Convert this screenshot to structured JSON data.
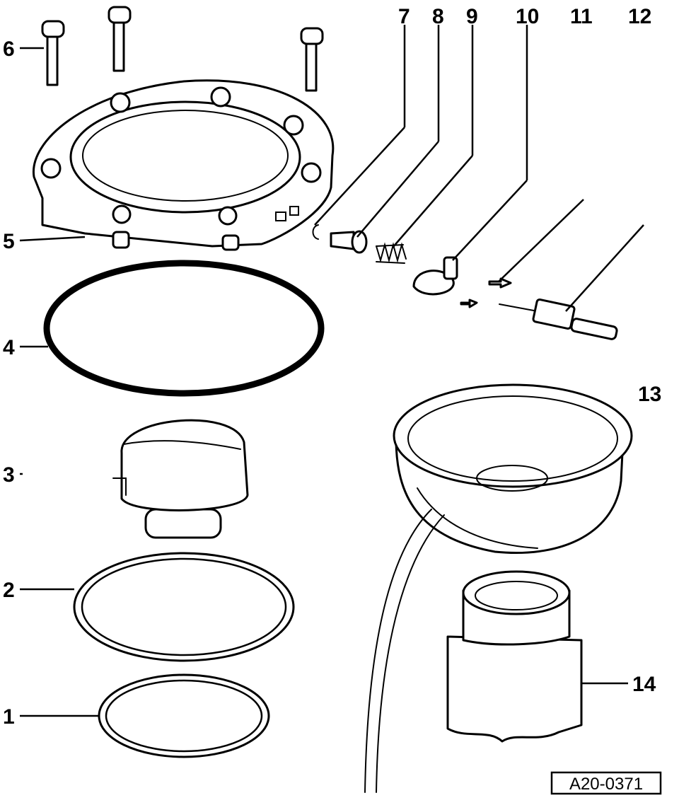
{
  "callouts": {
    "c1": "1",
    "c2": "2",
    "c3": "3",
    "c4": "4",
    "c5": "5",
    "c6": "6",
    "c7": "7",
    "c8": "8",
    "c9": "9",
    "c10": "10",
    "c11": "11",
    "c12": "12",
    "c13": "13",
    "c14": "14"
  },
  "reference_code": "A20-0371"
}
